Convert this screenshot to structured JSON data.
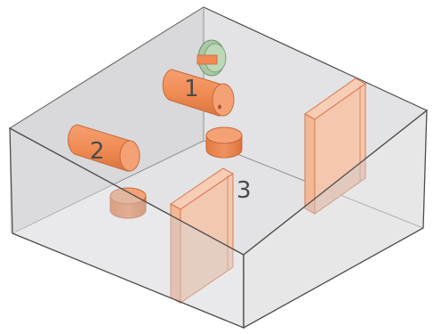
{
  "labels": {
    "one": "1",
    "two": "2",
    "three": "3"
  },
  "colors": {
    "box_fill": "#d9d9db",
    "box_edge": "#4d4d4d",
    "part_orange": "#f08a55",
    "part_orange_dark": "#c8683a",
    "plate_fill": "#f6c3a8",
    "plate_edge": "#d9774a",
    "flange_green": "#a9c9a4",
    "label_text": "#4a4a4a"
  }
}
